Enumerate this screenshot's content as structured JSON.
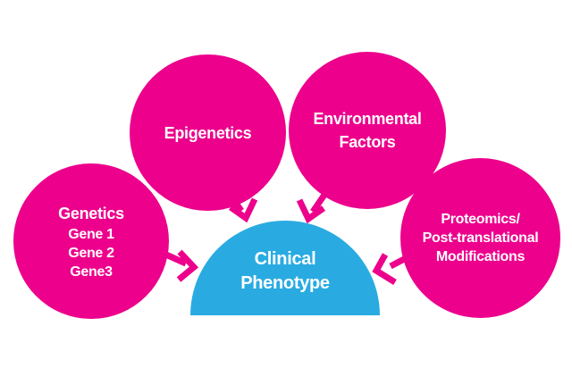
{
  "colors": {
    "node_pink": "#EC008C",
    "phenotype_blue": "#29ABE2",
    "label_text": "#FFFFFF",
    "background": "#FFFFFF"
  },
  "nodes": {
    "genetics": {
      "title": "Genetics",
      "genes": [
        "Gene 1",
        "Gene 2",
        "Gene3"
      ]
    },
    "epigenetics": {
      "title": "Epigenetics"
    },
    "environmental": {
      "lines": [
        "Environmental",
        "Factors"
      ]
    },
    "proteomics": {
      "lines": [
        "Proteomics/",
        "Post-translational",
        "Modifications"
      ]
    },
    "phenotype": {
      "lines": [
        "Clinical",
        "Phenotype"
      ]
    }
  },
  "arrows": [
    {
      "from": "genetics",
      "to": "phenotype"
    },
    {
      "from": "epigenetics",
      "to": "phenotype"
    },
    {
      "from": "environmental",
      "to": "phenotype"
    },
    {
      "from": "proteomics",
      "to": "phenotype"
    }
  ]
}
